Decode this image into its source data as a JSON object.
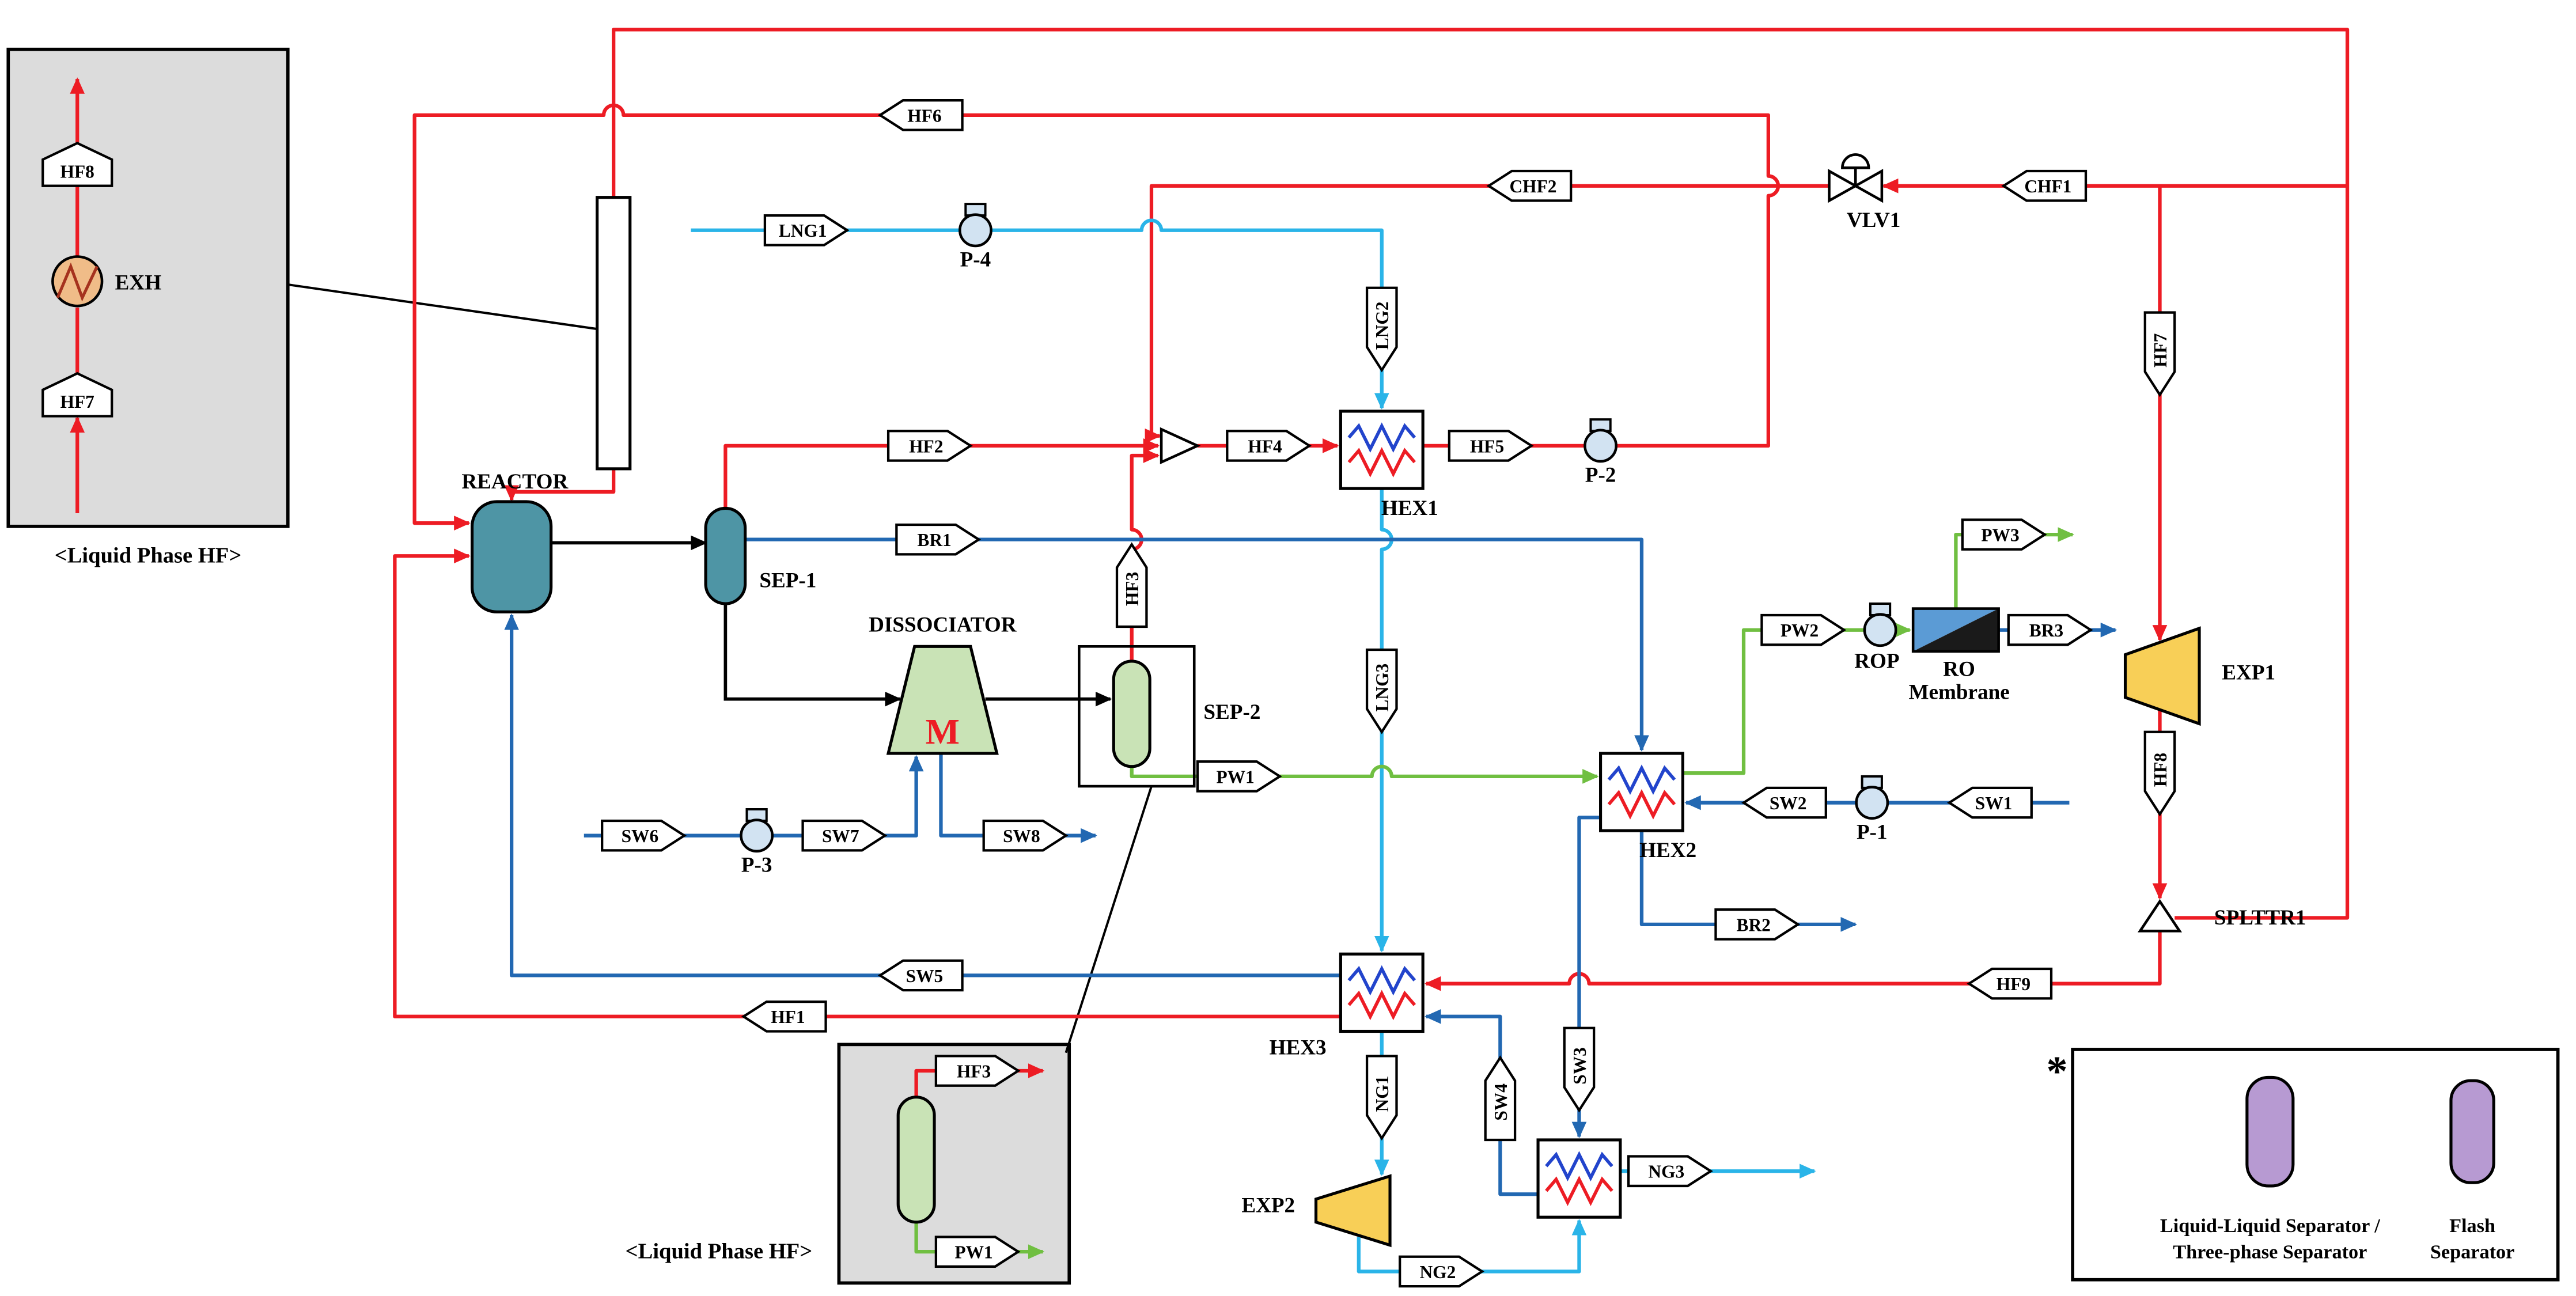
{
  "diagram": {
    "insets": {
      "left_caption": "<Liquid Phase HF>",
      "bottom_caption": "<Liquid Phase HF>"
    },
    "equipment": {
      "reactor": "REACTOR",
      "sep1": "SEP-1",
      "dissociator": "DISSOCIATOR",
      "sep2": "SEP-2",
      "hex1": "HEX1",
      "hex2": "HEX2",
      "hex3": "HEX3",
      "exp1": "EXP1",
      "exp2": "EXP2",
      "p1": "P-1",
      "p2": "P-2",
      "p3": "P-3",
      "p4": "P-4",
      "rop": "ROP",
      "ro_line1": "RO",
      "ro_line2": "Membrane",
      "vlv1": "VLV1",
      "splttr1": "SPLTTR1",
      "exh": "EXH",
      "motor": "M"
    },
    "streams": {
      "HF1": "HF1",
      "HF2": "HF2",
      "HF3": "HF3",
      "HF4": "HF4",
      "HF5": "HF5",
      "HF6": "HF6",
      "HF7": "HF7",
      "HF8": "HF8",
      "HF9": "HF9",
      "CHF1": "CHF1",
      "CHF2": "CHF2",
      "LNG1": "LNG1",
      "LNG2": "LNG2",
      "LNG3": "LNG3",
      "NG1": "NG1",
      "NG2": "NG2",
      "NG3": "NG3",
      "SW1": "SW1",
      "SW2": "SW2",
      "SW3": "SW3",
      "SW4": "SW4",
      "SW5": "SW5",
      "SW6": "SW6",
      "SW7": "SW7",
      "SW8": "SW8",
      "BR1": "BR1",
      "BR2": "BR2",
      "BR3": "BR3",
      "PW1": "PW1",
      "PW2": "PW2",
      "PW3": "PW3"
    },
    "legend": {
      "marker": "*",
      "item1_line1": "Liquid-Liquid Separator /",
      "item1_line2": "Three-phase Separator",
      "item2_line1": "Flash",
      "item2_line2": "Separator"
    },
    "colors": {
      "hf_stream": "#ed1c24",
      "lng_ng_stream": "#2ab4e8",
      "water_brine_stream": "#2268b2",
      "product_water_stream": "#70bf41",
      "reactor_vessel": "#4e95a5",
      "separator_vessel": "#c9e3b6",
      "expander": "#f8cf57",
      "pump": "#d2e3f2",
      "legend_vessel": "#b79ad2",
      "inset_background": "#dcdcdc",
      "ro_membrane_blue": "#5b9bd5"
    }
  }
}
